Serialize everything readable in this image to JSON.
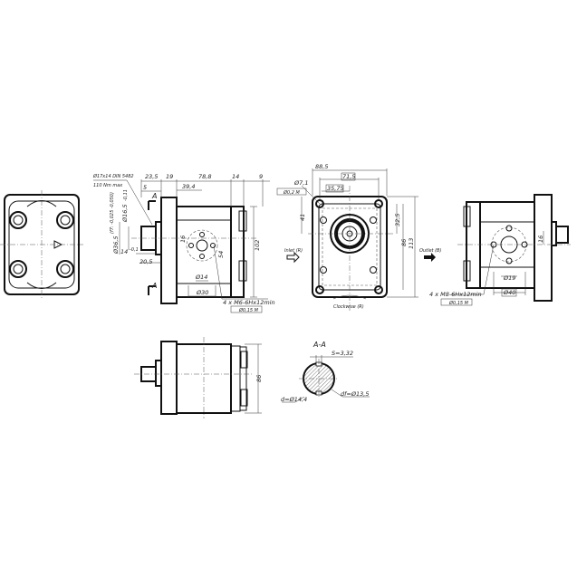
{
  "side_view": {
    "spline_callout": "Ø17x14 DIN 5482",
    "torque": "110 Nm max",
    "dims": {
      "d23_5": "23,5",
      "d19": "19",
      "d78_8": "78,8",
      "d14": "14",
      "d9": "9",
      "d5": "5",
      "d39_4": "39,4",
      "shaft_dia": "Ø16,5",
      "shaft_tol": "-0,11",
      "pilot_dia": "Ø36,5",
      "pilot_tol": "(f7: -0,025 -0,050)",
      "d14b": "14",
      "d14b_tol": "-0,1",
      "d20_5": "20,5",
      "d16": "16",
      "d54": "54",
      "d102": "102",
      "port_dia": "Ø14",
      "bolt_circle": "Ø30"
    },
    "section_mark": "A",
    "thread_note": "4 x M6-6Hx12min",
    "tolerance_frame": "Ø0,15 M"
  },
  "front_view": {
    "dims": {
      "d88_5": "88,5",
      "d71_5": "71,5",
      "hole_dia": "Ø7,1",
      "d35_75": "35,75",
      "d41": "41",
      "d32_5": "32,5",
      "d86": "86",
      "d113": "113"
    },
    "tolerance_frame": "Ø0,2 M",
    "inlet_label": "Inlet (R)",
    "outlet_label": "Outlet (B)",
    "rotation_label": "Clockwise (R)"
  },
  "rear_view": {
    "dims": {
      "d16": "16",
      "port_dia": "Ø19",
      "bolt_circle": "Ø40"
    },
    "thread_note": "4 x M8-6Hx12min",
    "tolerance_frame": "Ø0,15 M"
  },
  "top_view": {
    "dims": {
      "d86": "86"
    }
  },
  "section_aa": {
    "title": "A-A",
    "s_label": "S=3,32",
    "d_label": "d=Ø14,4",
    "df_label": "df=Ø13,5"
  }
}
